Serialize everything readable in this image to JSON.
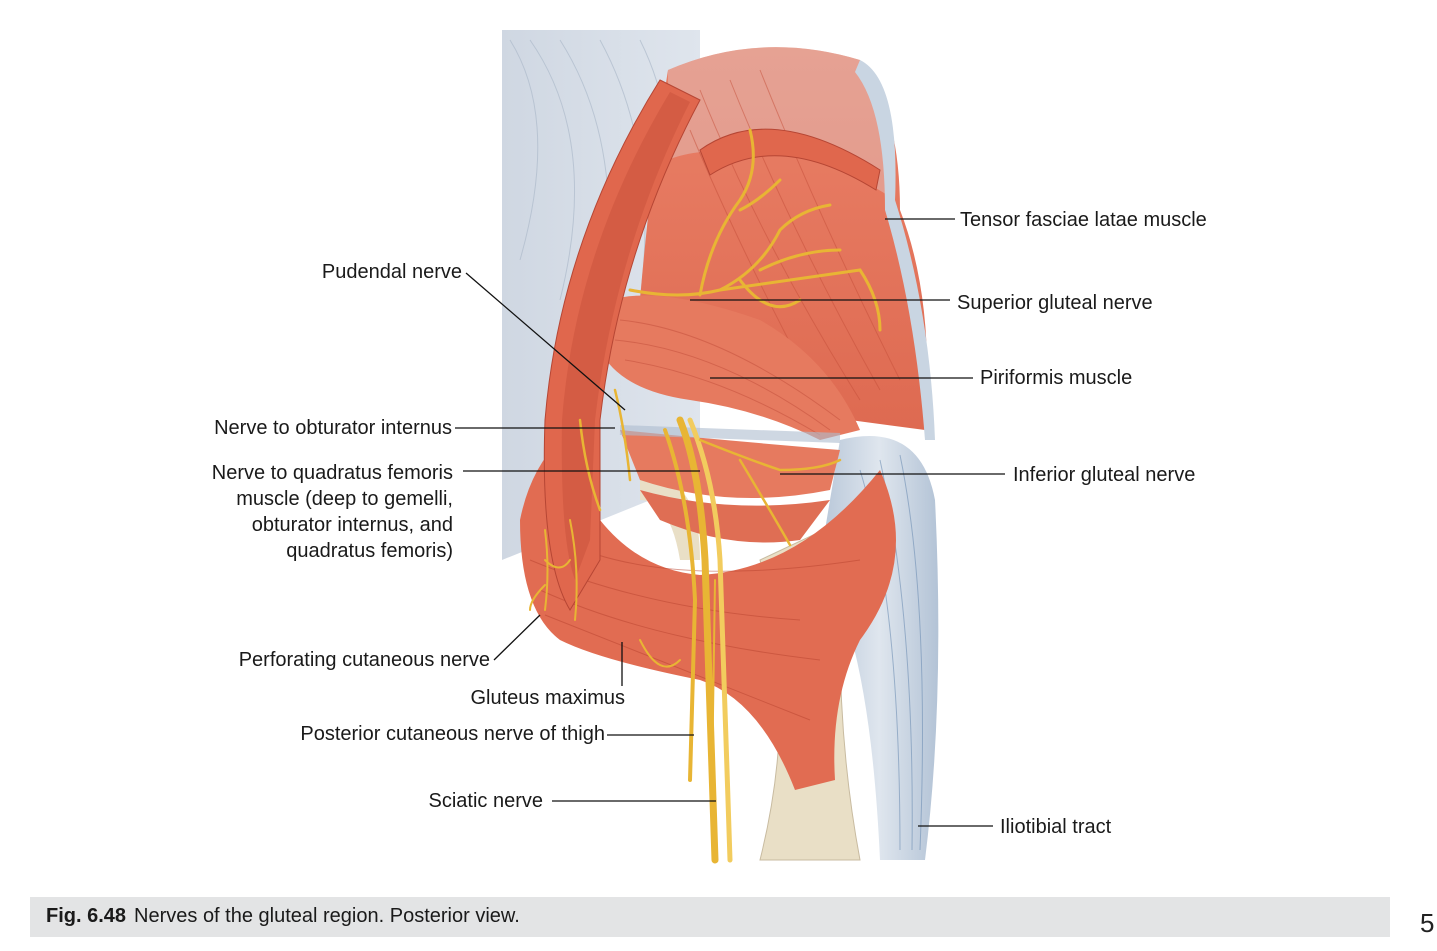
{
  "labels": {
    "tensor_fasciae_latae": "Tensor fasciae latae muscle",
    "superior_gluteal_nerve": "Superior gluteal nerve",
    "piriformis": "Piriformis muscle",
    "inferior_gluteal_nerve": "Inferior gluteal nerve",
    "iliotibial_tract": "Iliotibial tract",
    "pudendal_nerve": "Pudendal nerve",
    "nerve_obturator_internus": "Nerve to obturator internus",
    "nerve_quadratus_femoris": [
      "Nerve to quadratus femoris",
      "muscle (deep to gemelli,",
      "obturator internus, and",
      "quadratus femoris)"
    ],
    "perforating_cutaneous": "Perforating cutaneous nerve",
    "gluteus_maximus": "Gluteus maximus",
    "posterior_cutaneous": "Posterior cutaneous nerve of thigh",
    "sciatic": "Sciatic nerve"
  },
  "caption": {
    "number": "Fig. 6.48",
    "text": "Nerves of the gluteal region. Posterior view."
  },
  "page_number": "5",
  "colors": {
    "muscle": "#e3735b",
    "muscle_dark": "#c24e3a",
    "fascia": "#b9c8d8",
    "nerve": "#e8b534",
    "bone": "#e9dfc6"
  }
}
